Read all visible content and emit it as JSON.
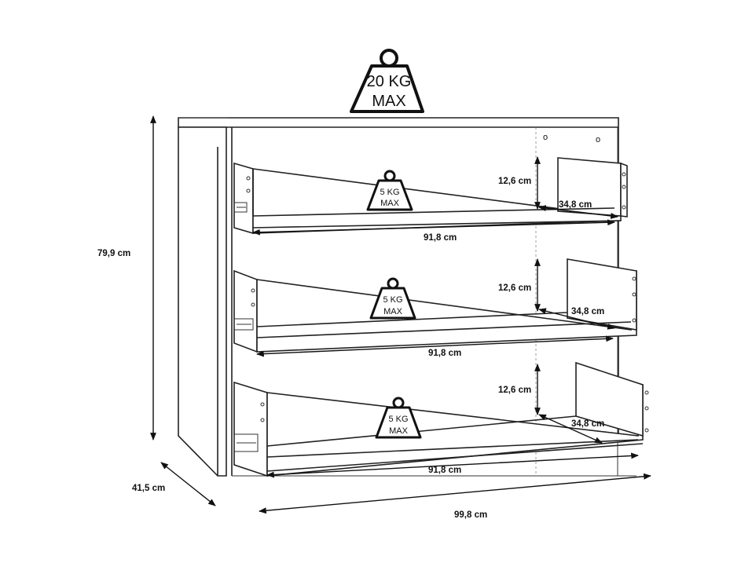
{
  "dimensions": {
    "height": "79,9 cm",
    "depth": "41,5 cm",
    "width": "99,8 cm"
  },
  "top_load": {
    "line1": "20 KG",
    "line2": "MAX"
  },
  "drawers": [
    {
      "load_line1": "5 KG",
      "load_line2": "MAX",
      "height": "12,6 cm",
      "depth": "34,8 cm",
      "width": "91,8 cm"
    },
    {
      "load_line1": "5 KG",
      "load_line2": "MAX",
      "height": "12,6 cm",
      "depth": "34,8 cm",
      "width": "91,8 cm"
    },
    {
      "load_line1": "5 KG",
      "load_line2": "MAX",
      "height": "12,6 cm",
      "depth": "34,8 cm",
      "width": "91,8 cm"
    }
  ]
}
